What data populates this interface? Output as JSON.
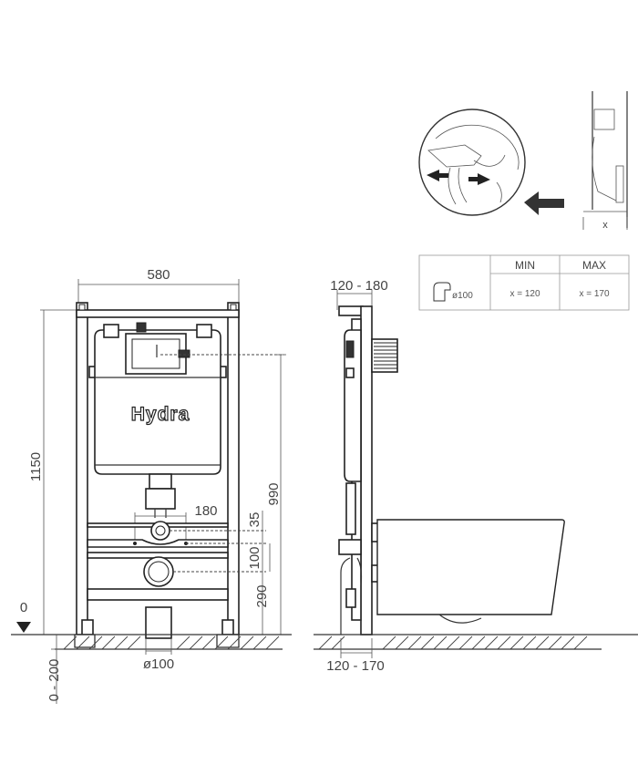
{
  "front_view": {
    "width_label": "580",
    "height_label": "1150",
    "outlet_height_label": "990",
    "brand_label": "Hydra",
    "bolt_spacing_label": "180",
    "dim_35_label": "35",
    "dim_100_label": "100",
    "dim_290_label": "290",
    "floor_level_label": "0",
    "adjust_range_label": "0 - 200",
    "pipe_diameter_label": "ø100"
  },
  "side_view": {
    "top_depth_label": "120 - 180",
    "bottom_depth_label": "120 - 170"
  },
  "table": {
    "headers": [
      "MIN",
      "MAX"
    ],
    "row_label": "ø100",
    "values": [
      "x = 120",
      "x = 170"
    ]
  },
  "detail": {
    "x_label": "x"
  }
}
